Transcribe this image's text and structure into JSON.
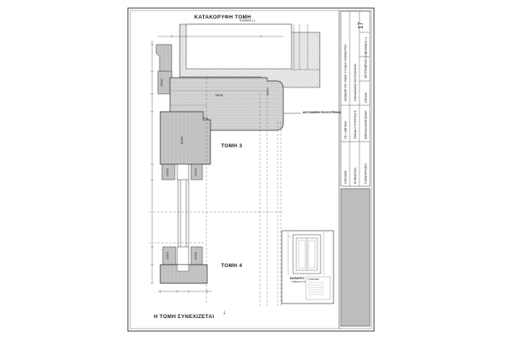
{
  "drawing": {
    "title": "ΚΑΤΑΚΟΡΥΦΗ ΤΟΜΗ",
    "scale": "ΚΛΙΜΑΚΑ 1:1",
    "section_3": "ΤΟΜΗ   3",
    "section_4": "ΤΟΜΗ   4",
    "continues": "Η ΤΟΜΗ ΣΥΝΕΧΙΖΕΤΑΙ",
    "continues_arrow": "↓",
    "sealing_label": "ΔΙΟΓΚΩΜΕΝΗ ΠΟΛΥΟΥΡΕΘΑΝΗ",
    "dim_2880": "28X28",
    "dim_3x9": "39X90",
    "dim_8x9": "80X90",
    "dim_s1": "25X30",
    "dim_s2": "15X15",
    "dim_s3": "12X15",
    "dim_s4": "12X15",
    "dim_s5": "12X15"
  },
  "inset": {
    "title": "ΠΑΡΑΘΥΡΟ",
    "scale": "ΚΛΙΜΑΚΑ 1:10",
    "legend_title": "ΥΠΟΜΝΗΜΑ"
  },
  "title_block": {
    "sheet_number": "17",
    "designer": "ΜΑΡΙΑ ΒΛΑΧΟΓΙΑΝΝΗ",
    "school": "Τ.Ε.Ι. ΑΘΗΝΑΣ",
    "department": "ΤΜΗΜΑ ΣΥΝΤΗΡΗΣΗΣ",
    "subject": "ΣΧΕΔΙΑΣΜΟΣ ΚΟΥΦΩΜΑΤΩΝ",
    "supervisor": "ΕΠΙΒΛΕΠΩΝ",
    "date": "ΣΕΠΤΕΜΒΡΙΟΣ 2008",
    "scale_label": "ΚΛΙΜΑΚΑ 1:1",
    "drawing_label": "ΣΧΕΔΙΟ",
    "project": "ΚΑΤΑΚΟΡΥΦΗ ΤΟΜΗ ΞΥΛΙΝΟΥ ΠΑΡΑΘΥΡΟΥ",
    "drawn_by": "ΣΧΕΔΙΑΣΕ",
    "notes": "ΠΑΡΑΤΗΡΗΣΕΙΣ"
  }
}
